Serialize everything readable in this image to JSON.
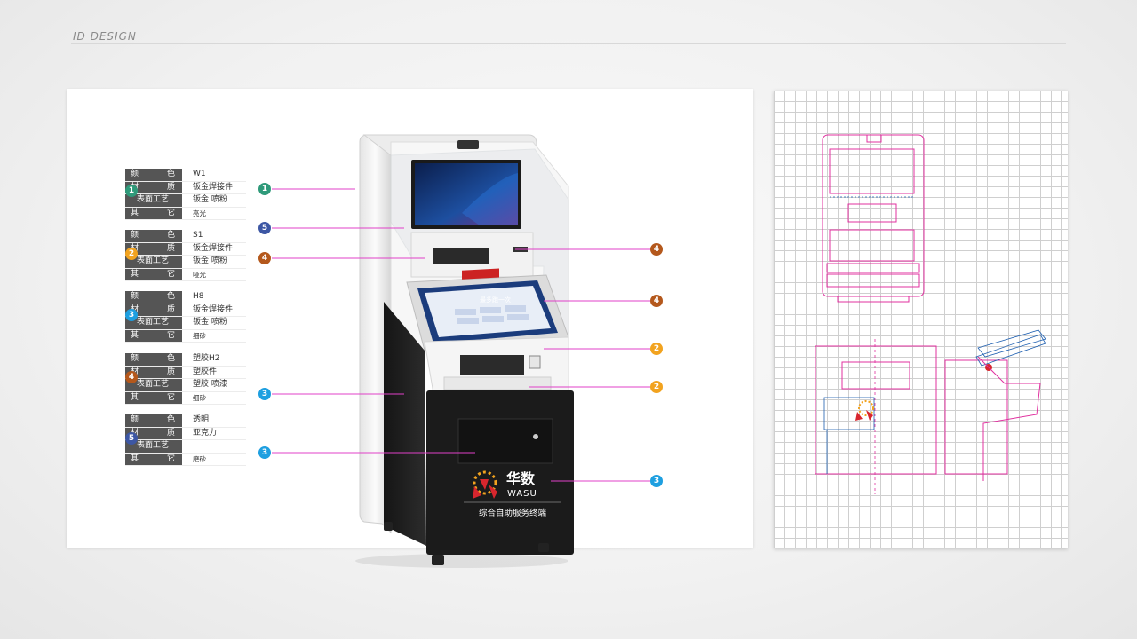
{
  "header": {
    "label": "ID DESIGN"
  },
  "colors": {
    "teal": "#2f9a7a",
    "orange": "#f2a31f",
    "blue": "#1e9fe0",
    "brown": "#b4581c",
    "navy": "#3d57a4",
    "magenta": "#e040c8"
  },
  "specs": [
    {
      "num": "1",
      "color_key": "teal",
      "rows": [
        {
          "k1": "颜",
          "k2": "色",
          "v": "W1"
        },
        {
          "k1": "材",
          "k2": "质",
          "v": "钣金焊接件"
        },
        {
          "k": "表面工艺",
          "v": "钣金 喷粉"
        },
        {
          "k1": "其",
          "k2": "它",
          "v": "亮光"
        }
      ]
    },
    {
      "num": "2",
      "color_key": "orange",
      "rows": [
        {
          "k1": "颜",
          "k2": "色",
          "v": "S1"
        },
        {
          "k1": "材",
          "k2": "质",
          "v": "钣金焊接件"
        },
        {
          "k": "表面工艺",
          "v": "钣金 喷粉"
        },
        {
          "k1": "其",
          "k2": "它",
          "v": "哑光"
        }
      ]
    },
    {
      "num": "3",
      "color_key": "blue",
      "rows": [
        {
          "k1": "颜",
          "k2": "色",
          "v": "H8"
        },
        {
          "k1": "材",
          "k2": "质",
          "v": "钣金焊接件"
        },
        {
          "k": "表面工艺",
          "v": "钣金 喷粉"
        },
        {
          "k1": "其",
          "k2": "它",
          "v": "细砂"
        }
      ]
    },
    {
      "num": "4",
      "color_key": "brown",
      "rows": [
        {
          "k1": "颜",
          "k2": "色",
          "v": "塑胶H2"
        },
        {
          "k1": "材",
          "k2": "质",
          "v": "塑胶件"
        },
        {
          "k": "表面工艺",
          "v": "塑胶 喷漆"
        },
        {
          "k1": "其",
          "k2": "它",
          "v": "细砂"
        }
      ]
    },
    {
      "num": "5",
      "color_key": "navy",
      "rows": [
        {
          "k1": "颜",
          "k2": "色",
          "v": "透明"
        },
        {
          "k1": "材",
          "k2": "质",
          "v": "亚克力"
        },
        {
          "k": "表面工艺",
          "v": ""
        },
        {
          "k1": "其",
          "k2": "它",
          "v": "磨砂"
        }
      ]
    }
  ],
  "callouts": [
    {
      "num": "1",
      "color_key": "teal"
    },
    {
      "num": "5",
      "color_key": "navy"
    },
    {
      "num": "4",
      "color_key": "brown"
    },
    {
      "num": "3",
      "color_key": "blue"
    },
    {
      "num": "3",
      "color_key": "blue"
    },
    {
      "num": "4",
      "color_key": "brown"
    },
    {
      "num": "4",
      "color_key": "brown"
    },
    {
      "num": "2",
      "color_key": "orange"
    },
    {
      "num": "2",
      "color_key": "orange"
    },
    {
      "num": "3",
      "color_key": "blue"
    }
  ],
  "kiosk": {
    "brand_cn": "华数",
    "brand_en": "WASU",
    "slogan": "综合自助服务终端",
    "screen_title": "最多跑一次"
  }
}
